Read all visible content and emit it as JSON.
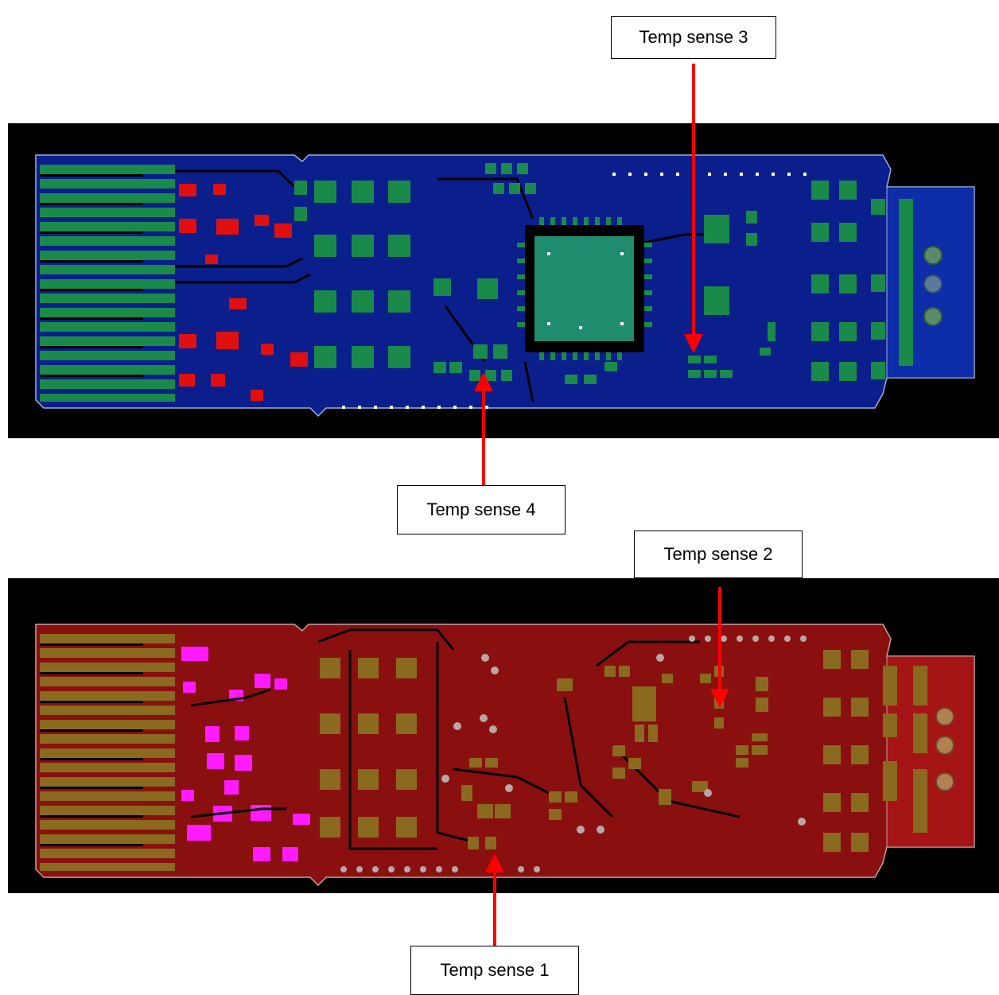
{
  "labels": {
    "sense1": "Temp sense 1",
    "sense2": "Temp sense 2",
    "sense3": "Temp sense 3",
    "sense4": "Temp sense 4"
  },
  "colors": {
    "background": "#000000",
    "top_board": "#0a1e8c",
    "top_pad": "#1a8a4a",
    "top_chip": "#1f8c6e",
    "top_part": "#e01010",
    "bottom_board": "#8a0f0f",
    "bottom_pad": "#8a6a1e",
    "bottom_part": "#ff1aff",
    "arrow": "#ff0000"
  }
}
